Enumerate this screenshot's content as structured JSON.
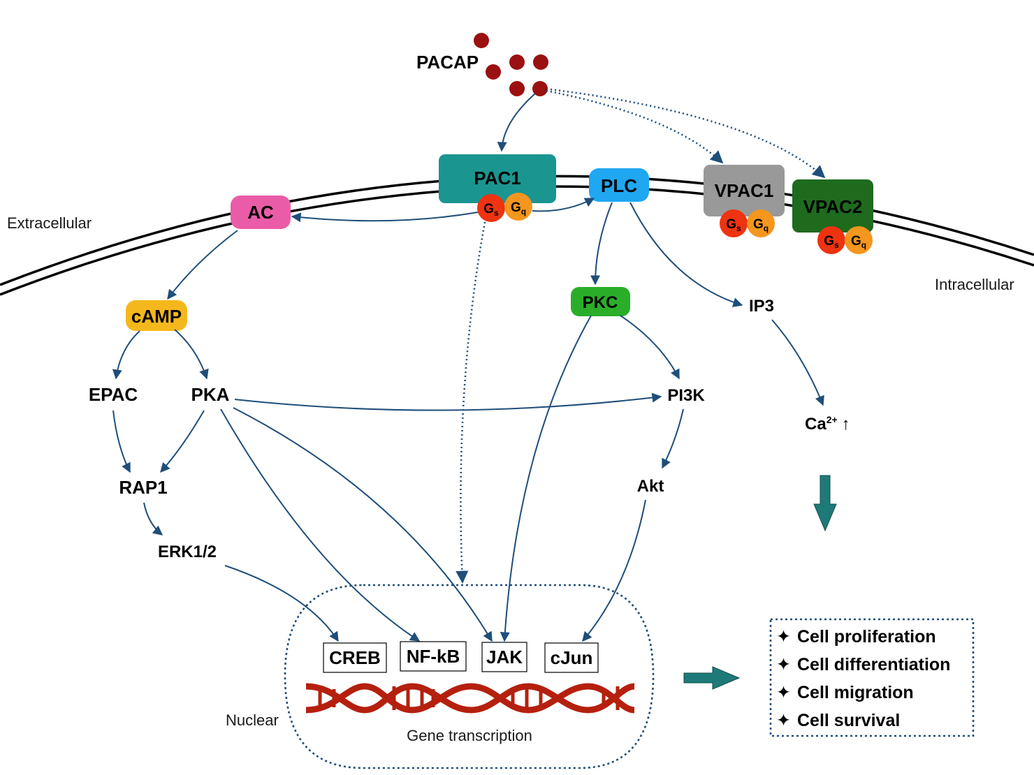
{
  "ligand": {
    "label": "PACAP",
    "color": "#9b1010"
  },
  "regions": {
    "extracellular": "Extracellular",
    "intracellular": "Intracellular",
    "nuclear": "Nuclear",
    "gene_transcription": "Gene transcription"
  },
  "receptors": {
    "pac1": {
      "label": "PAC1",
      "color": "#1b9590"
    },
    "vpac1": {
      "label": "VPAC1",
      "color": "#999999"
    },
    "vpac2": {
      "label": "VPAC2",
      "color": "#1e6b1e"
    }
  },
  "gproteins": {
    "gs": {
      "main": "G",
      "sub": "s",
      "color": "#ee3311"
    },
    "gq": {
      "main": "G",
      "sub": "q",
      "color": "#f5961e"
    }
  },
  "enzymes": {
    "ac": {
      "label": "AC",
      "color": "#ea5ca8"
    },
    "plc": {
      "label": "PLC",
      "color": "#1fa7f2"
    },
    "camp": {
      "label": "cAMP",
      "color": "#f5b81c"
    },
    "pkc": {
      "label": "PKC",
      "color": "#2aae2a"
    }
  },
  "nodes": {
    "epac": "EPAC",
    "pka": "PKA",
    "rap1": "RAP1",
    "erk": "ERK1/2",
    "pi3k": "PI3K",
    "akt": "Akt",
    "ip3": "IP3",
    "ca_main": "Ca",
    "ca_sup": "2+",
    "ca_arrow": "↑"
  },
  "transcription_factors": [
    "CREB",
    "NF-kB",
    "JAK",
    "cJun"
  ],
  "outcomes": {
    "bullet": "✦",
    "items": [
      "Cell proliferation",
      "Cell differentiation",
      "Cell migration",
      "Cell survival"
    ]
  },
  "colors": {
    "arrow": "#1f4e79",
    "thick_arrow": "#1e7a78",
    "dna": "#b5200e",
    "membrane": "#000000"
  }
}
